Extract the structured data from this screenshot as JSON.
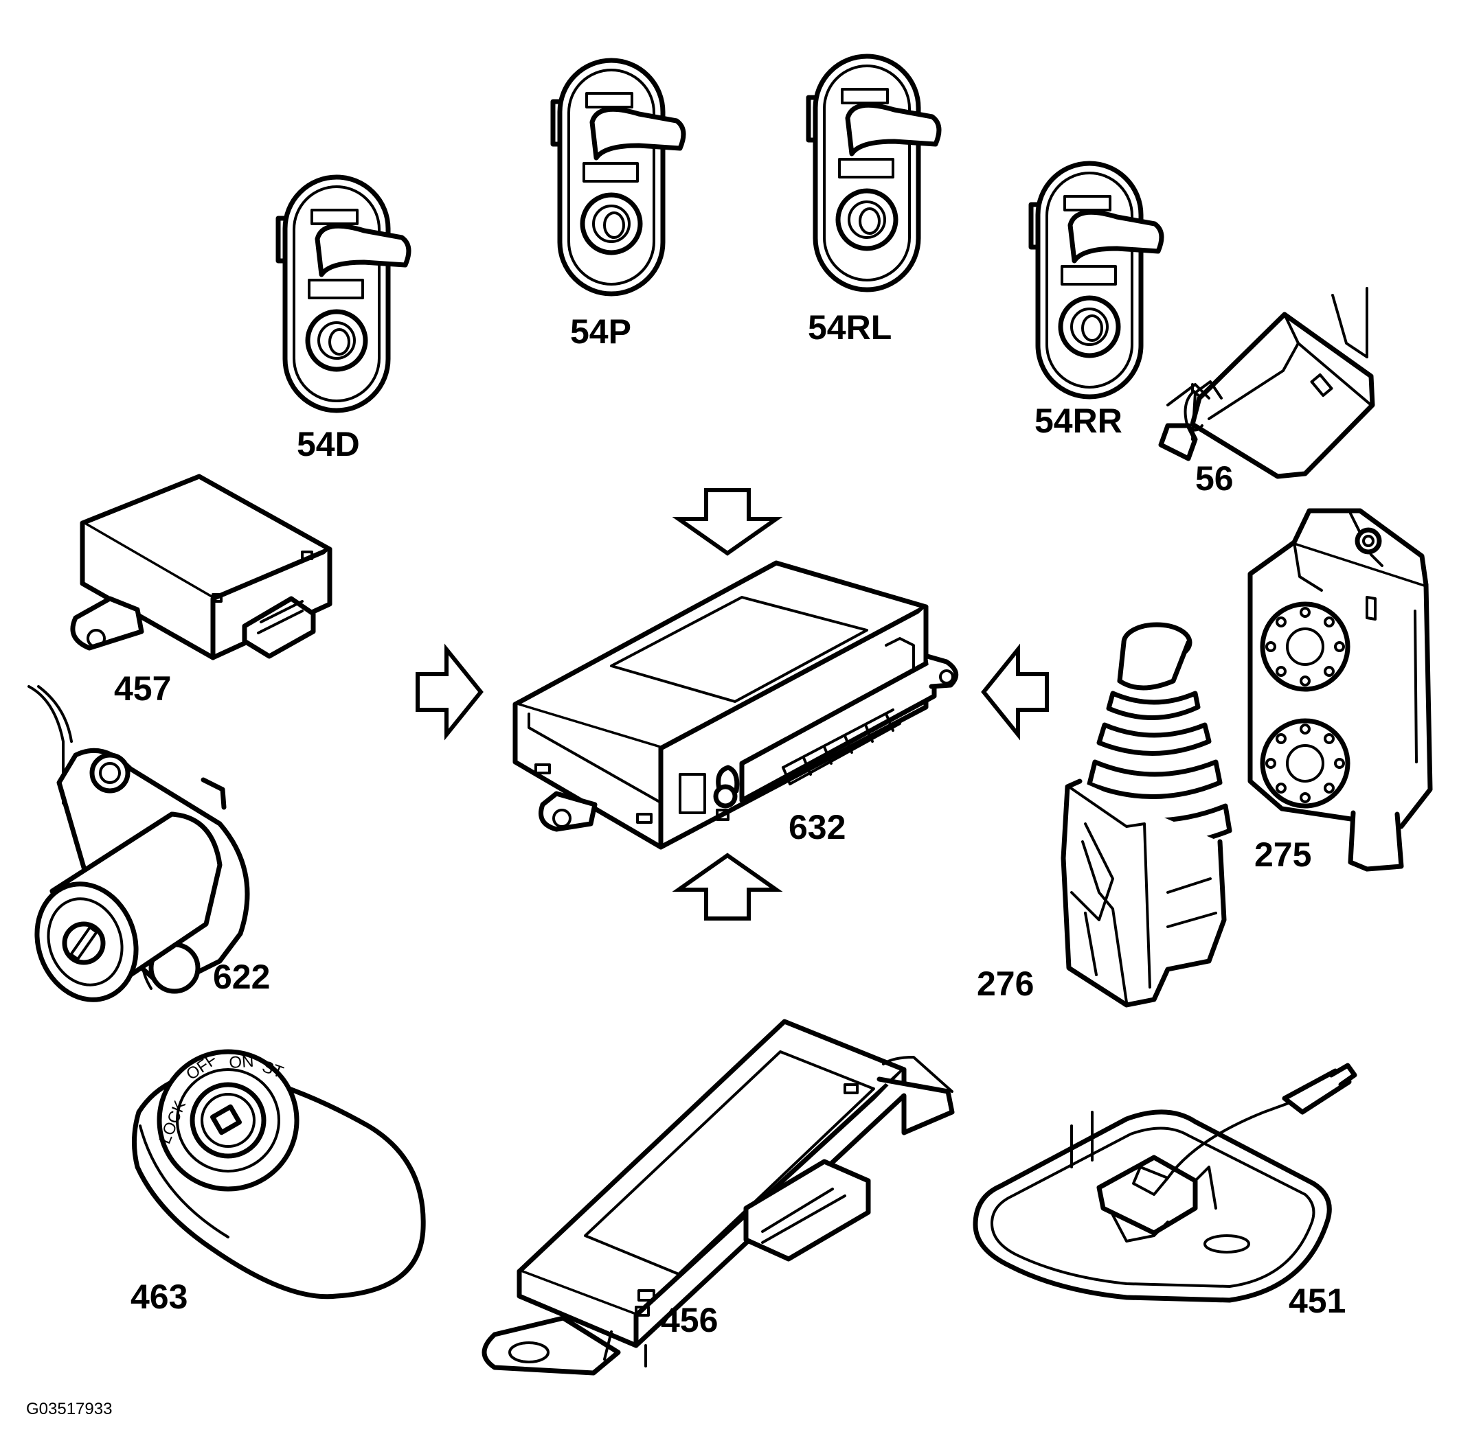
{
  "figure_id": "G03517933",
  "center_component": "632",
  "components": [
    {
      "id": "54D",
      "label": "54D",
      "kind": "door-switch"
    },
    {
      "id": "54P",
      "label": "54P",
      "kind": "door-switch"
    },
    {
      "id": "54RL",
      "label": "54RL",
      "kind": "door-switch"
    },
    {
      "id": "54RR",
      "label": "54RR",
      "kind": "door-switch"
    },
    {
      "id": "56",
      "label": "56",
      "kind": "hood-switch"
    },
    {
      "id": "457",
      "label": "457",
      "kind": "module"
    },
    {
      "id": "632",
      "label": "632",
      "kind": "control-module"
    },
    {
      "id": "622",
      "label": "622",
      "kind": "lock-cylinder"
    },
    {
      "id": "275",
      "label": "275",
      "kind": "siren"
    },
    {
      "id": "276",
      "label": "276",
      "kind": "tilt-sensor"
    },
    {
      "id": "463",
      "label": "463",
      "kind": "ignition-switch"
    },
    {
      "id": "456",
      "label": "456",
      "kind": "module"
    },
    {
      "id": "451",
      "label": "451",
      "kind": "interior-sensor"
    }
  ],
  "ignition_positions": [
    "LOCK",
    "OFF",
    "ON",
    "ST"
  ],
  "arrows": [
    "from-top",
    "from-bottom",
    "from-left",
    "from-right"
  ]
}
